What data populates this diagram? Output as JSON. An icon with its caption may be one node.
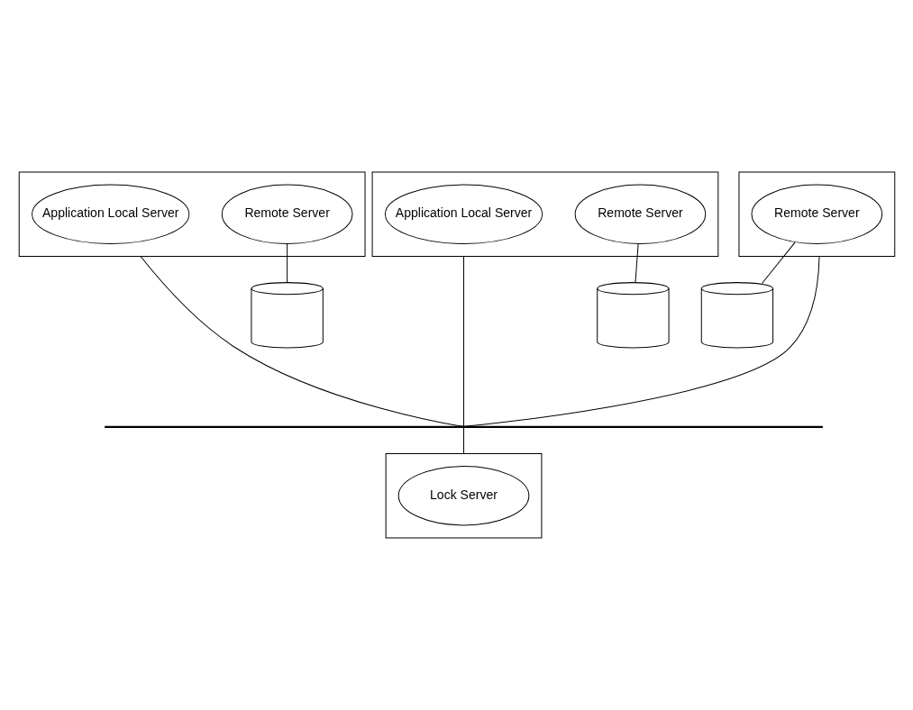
{
  "diagram": {
    "nodes": [
      {
        "text": [],
        "shape": "box"
      },
      {
        "text": [
          "Application Local Server"
        ],
        "in": 0
      },
      {
        "text": [
          "Remote Server"
        ],
        "in": 0
      },
      {
        "text": [],
        "shape": "box"
      },
      {
        "text": [
          "Application Local Server"
        ],
        "in": 3
      },
      {
        "text": [
          "Remote Server"
        ],
        "in": 3
      },
      {
        "text": [],
        "shape": "box"
      },
      {
        "text": [
          "Remote Server"
        ],
        "in": 6
      },
      {
        "text": [],
        "shape": "cylinder"
      },
      {
        "text": [],
        "shape": "cylinder"
      },
      {
        "text": [],
        "shape": "cylinder"
      },
      {
        "text": [],
        "shape": "bar"
      },
      {
        "text": [],
        "shape": "box"
      },
      {
        "text": [
          "Lock Server"
        ],
        "in": 12
      }
    ],
    "edges": [
      {
        "from": 2,
        "to": 8,
        "arrow": "none"
      },
      {
        "from": 5,
        "to": 9,
        "arrow": "none"
      },
      {
        "from": 7,
        "to": 10,
        "arrow": "none"
      },
      {
        "from": 0,
        "to": 11,
        "arrow": "none"
      },
      {
        "from": 3,
        "to": 11,
        "arrow": "none"
      },
      {
        "from": 12,
        "to": 11,
        "arrow": "none"
      },
      {
        "from": 6,
        "to": 11,
        "arrow": "none"
      }
    ]
  }
}
